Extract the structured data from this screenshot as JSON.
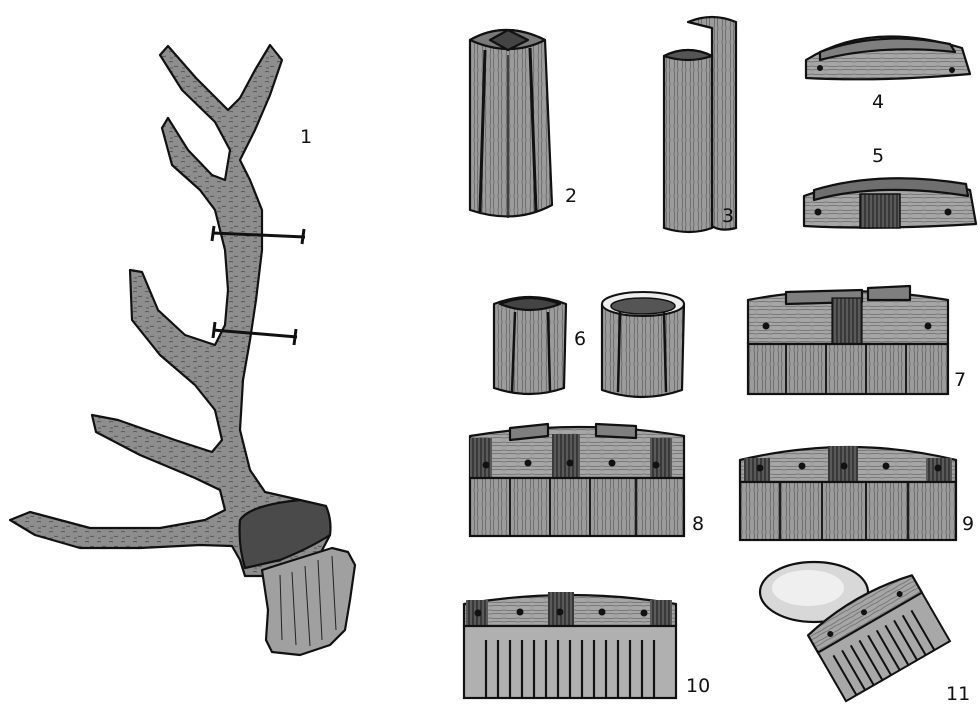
{
  "figure": {
    "labels": {
      "n1": "1",
      "n2": "2",
      "n3": "3",
      "n4": "4",
      "n5": "5",
      "n6": "6",
      "n7": "7",
      "n8": "8",
      "n9": "9",
      "n10": "10",
      "n11": "11"
    }
  },
  "colors": {
    "ink": "#111111",
    "antler": "#8f8f8f",
    "plate_light": "#b8b8b8",
    "plate_mid": "#9a9a9a",
    "plate_dark": "#6f6f6f",
    "paper": "#ffffff"
  }
}
